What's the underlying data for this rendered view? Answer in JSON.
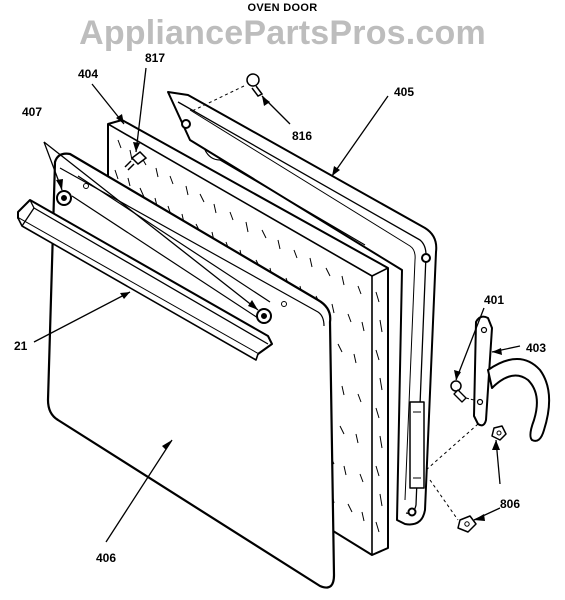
{
  "title": "OVEN DOOR",
  "watermark": "AppliancePartsPros.com",
  "callouts": {
    "c21": "21",
    "c401": "401",
    "c403": "403",
    "c404": "404",
    "c405": "405",
    "c406": "406",
    "c407": "407",
    "c806": "806",
    "c816": "816",
    "c817": "817"
  },
  "colors": {
    "line": "#000000",
    "watermark": "#bdbdbd",
    "background": "#ffffff"
  }
}
